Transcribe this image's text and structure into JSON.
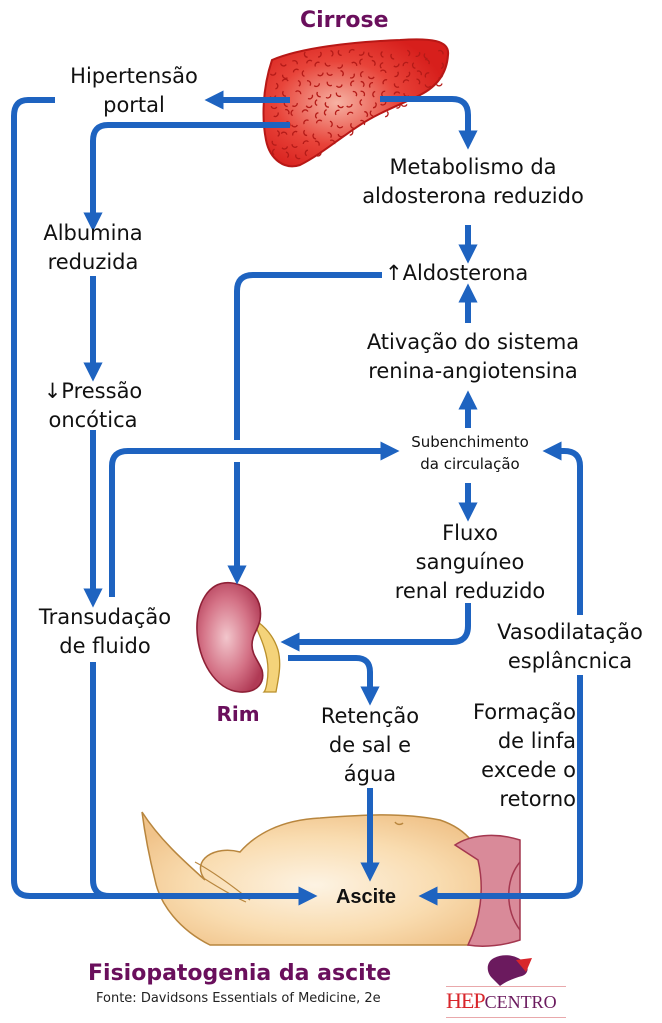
{
  "title": "Cirrose",
  "nodes": {
    "hipertensao": "Hipertensão\nportal",
    "metabolismo": "Metabolismo da\naldosterona reduzido",
    "aldosterona": "↑Aldosterona",
    "ativacao": "Ativação do sistema\nrenina-angiotensina",
    "albumina": "Albumina\nreduzida",
    "pressao": "↓Pressão\noncótica",
    "subenchimento": "Subenchimento\nda circulação",
    "fluxo": "Fluxo\nsanguíneo\nrenal reduzido",
    "transudacao": "Transudação\nde fluido",
    "vasodilatacao": "Vasodilatação\nesplâncnica",
    "rim": "Rim",
    "retencao": "Retenção\nde sal e\nágua",
    "formacao": "Formação\nde linfa\nexcede o\nretorno",
    "ascite": "Ascite"
  },
  "footer": {
    "title": "Fisiopatogenia da ascite",
    "source": "Fonte: Davidsons Essentials of Medicine, 2e",
    "logo_hep": "HEP",
    "logo_centro": "CENTRO"
  },
  "colors": {
    "arrow": "#1e63c0",
    "title": "#6a0f5c",
    "liver": "#e0302c",
    "kidney": "#c24a62",
    "body": "#f7d39c",
    "logo_red": "#d8262b",
    "logo_purple": "#6b1a5e"
  }
}
